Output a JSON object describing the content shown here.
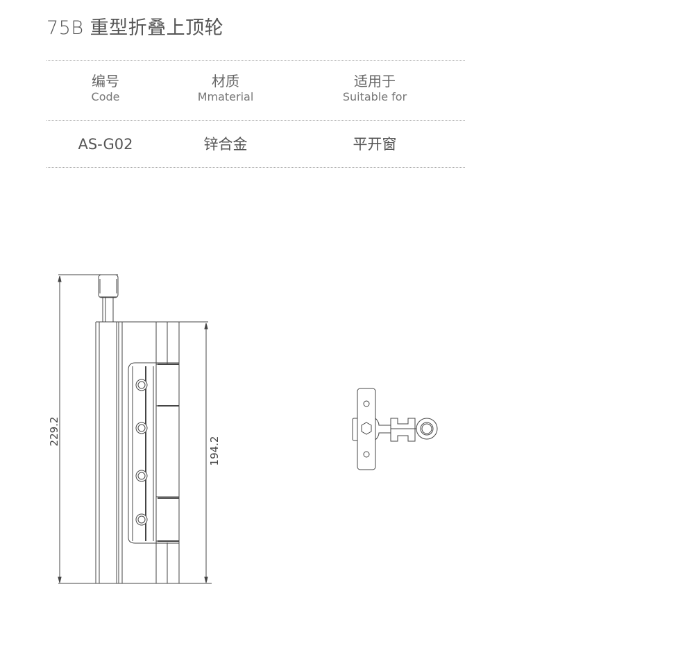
{
  "title": "75B 重型折叠上顶轮",
  "spec_table": {
    "headers": [
      {
        "cn": "编号",
        "en": "Code"
      },
      {
        "cn": "材质",
        "en": "Mmaterial"
      },
      {
        "cn": "适用于",
        "en": "Suitable for"
      }
    ],
    "row": [
      "AS-G02",
      "锌合金",
      "平开窗"
    ]
  },
  "drawing": {
    "front_view": {
      "overall_height_label": "229.2",
      "body_height_label": "194.2"
    },
    "top_view": {}
  },
  "colors": {
    "text": "#555555",
    "line": "#444444",
    "divider": "#aaaaaa"
  }
}
